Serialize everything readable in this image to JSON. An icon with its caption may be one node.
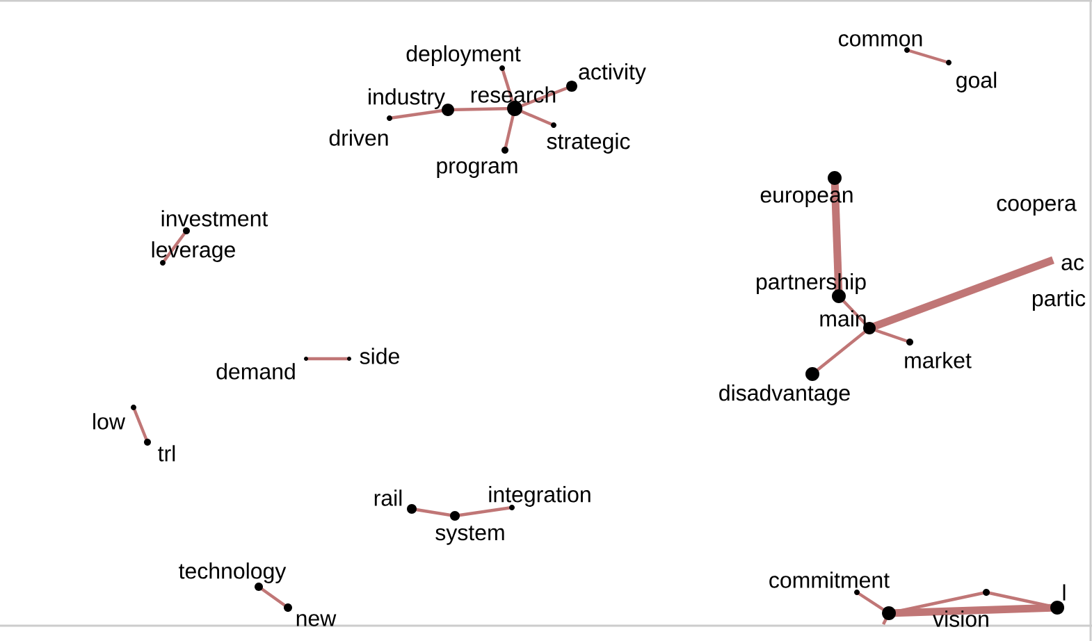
{
  "diagram": {
    "nodes": [
      {
        "text": [
          "deployment"
        ]
      },
      {
        "text": [
          "industry"
        ]
      },
      {
        "text": [
          "research"
        ]
      },
      {
        "text": [
          "activity"
        ]
      },
      {
        "text": [
          "driven"
        ]
      },
      {
        "text": [
          "strategic"
        ]
      },
      {
        "text": [
          "program"
        ]
      },
      {
        "text": [
          "common"
        ]
      },
      {
        "text": [
          "goal"
        ]
      },
      {
        "text": [
          "investment"
        ]
      },
      {
        "text": [
          "leverage"
        ]
      },
      {
        "text": [
          "european"
        ]
      },
      {
        "text": [
          "coopera"
        ]
      },
      {
        "text": [
          "ac"
        ]
      },
      {
        "text": [
          "partic"
        ]
      },
      {
        "text": [
          "partnership"
        ]
      },
      {
        "text": [
          "main"
        ]
      },
      {
        "text": [
          "market"
        ]
      },
      {
        "text": [
          "disadvantage"
        ]
      },
      {
        "text": [
          "demand"
        ]
      },
      {
        "text": [
          "side"
        ]
      },
      {
        "text": [
          "low"
        ]
      },
      {
        "text": [
          "trl"
        ]
      },
      {
        "text": [
          "rail"
        ]
      },
      {
        "text": [
          "system"
        ]
      },
      {
        "text": [
          "integration"
        ]
      },
      {
        "text": [
          "technology"
        ]
      },
      {
        "text": [
          "new"
        ]
      },
      {
        "text": [
          "commitment"
        ]
      },
      {
        "text": [],
        "shape": "circle"
      },
      {
        "text": [
          "vision"
        ]
      },
      {
        "text": [
          "l"
        ]
      }
    ],
    "edges": [
      {
        "from": 0,
        "to": 2,
        "arrow": "none"
      },
      {
        "from": 1,
        "to": 2,
        "arrow": "none"
      },
      {
        "from": 4,
        "to": 1,
        "arrow": "none"
      },
      {
        "from": 2,
        "to": 3,
        "arrow": "none"
      },
      {
        "from": 2,
        "to": 5,
        "arrow": "none"
      },
      {
        "from": 2,
        "to": 6,
        "arrow": "none"
      },
      {
        "from": 7,
        "to": 8,
        "arrow": "none"
      },
      {
        "from": 9,
        "to": 10,
        "arrow": "none"
      },
      {
        "from": 11,
        "to": 15,
        "arrow": "none",
        "style": "thick"
      },
      {
        "from": 15,
        "to": 16,
        "arrow": "none"
      },
      {
        "from": 16,
        "to": 17,
        "arrow": "none"
      },
      {
        "from": 16,
        "to": 18,
        "arrow": "none"
      },
      {
        "from": 16,
        "to": 13,
        "arrow": "none",
        "style": "thick"
      },
      {
        "from": 19,
        "to": 20,
        "arrow": "none"
      },
      {
        "from": 21,
        "to": 22,
        "arrow": "none"
      },
      {
        "from": 23,
        "to": 24,
        "arrow": "none"
      },
      {
        "from": 24,
        "to": 25,
        "arrow": "none"
      },
      {
        "from": 26,
        "to": 27,
        "arrow": "none"
      },
      {
        "from": 28,
        "to": 29,
        "arrow": "none"
      },
      {
        "from": 29,
        "to": 30,
        "arrow": "none"
      },
      {
        "from": 30,
        "to": 31,
        "arrow": "none"
      },
      {
        "from": 29,
        "to": 31,
        "arrow": "none",
        "style": "thick"
      },
      {
        "from": 29,
        "to": null,
        "arrow": "none"
      }
    ]
  }
}
